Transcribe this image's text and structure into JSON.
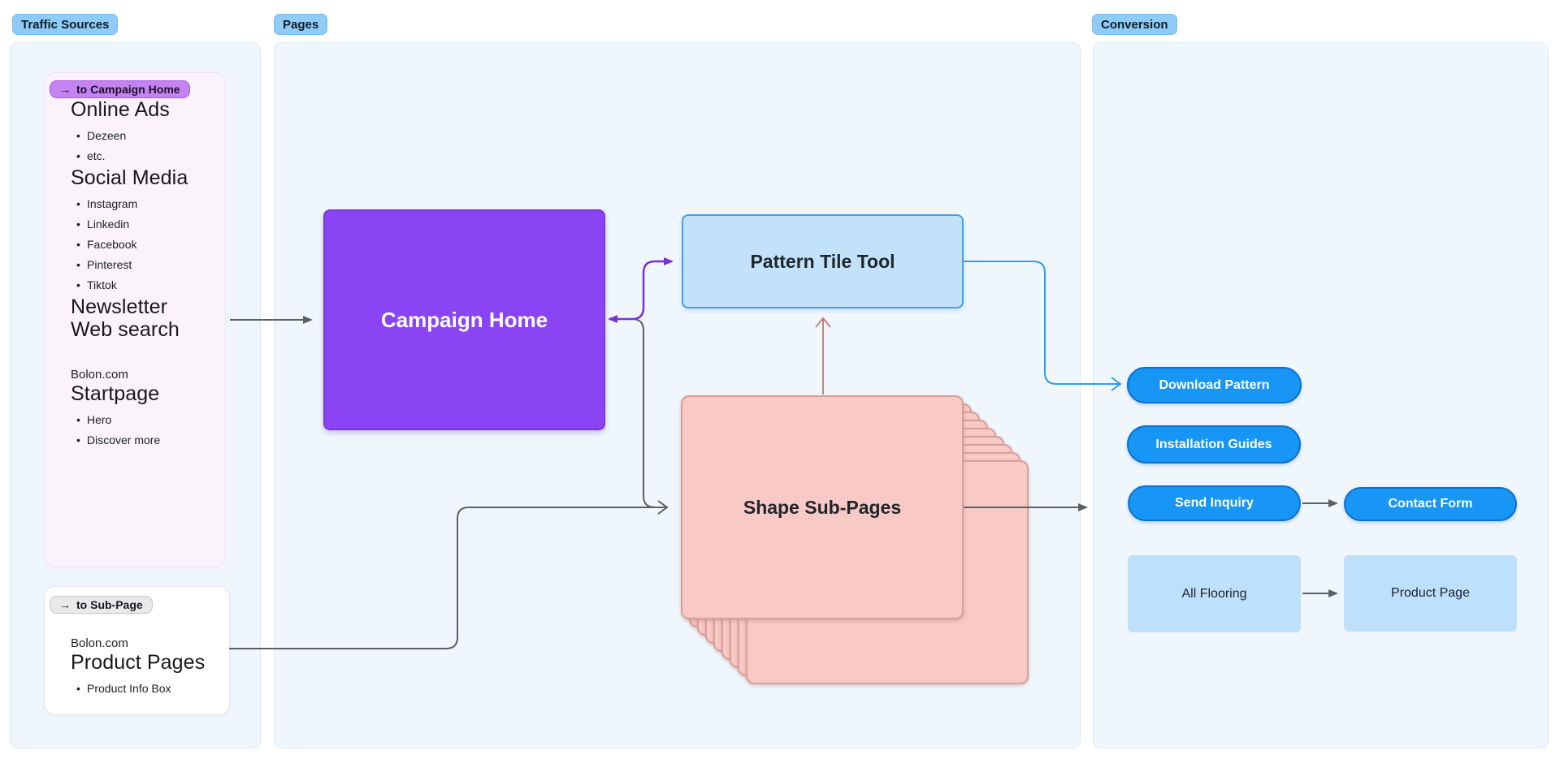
{
  "badges": {
    "traffic_sources": "Traffic Sources",
    "pages": "Pages",
    "conversion": "Conversion"
  },
  "traffic": {
    "card1": {
      "tag_arrow": "→",
      "tag": "to Campaign Home",
      "s0": {
        "heading": "Online Ads",
        "items": [
          "Dezeen",
          "etc."
        ]
      },
      "s1": {
        "heading": "Social Media",
        "items": [
          "Instagram",
          "Linkedin",
          "Facebook",
          "Pinterest",
          "Tiktok"
        ]
      },
      "s2": {
        "heading": "Newsletter"
      },
      "s3": {
        "heading": "Web search"
      },
      "s4": {
        "kicker": "Bolon.com",
        "heading": "Startpage",
        "items": [
          "Hero",
          "Discover more"
        ]
      }
    },
    "card2": {
      "tag_arrow": "→",
      "tag": "to Sub-Page",
      "kicker": "Bolon.com",
      "heading": "Product Pages",
      "items": [
        "Product Info Box"
      ]
    }
  },
  "pages": {
    "campaign_home": "Campaign Home",
    "pattern_tile_tool": "Pattern Tile Tool",
    "shape_sub_pages": "Shape Sub-Pages",
    "stack_layers": 8
  },
  "conversion": {
    "download_pattern": "Download Pattern",
    "installation_guides": "Installation Guides",
    "send_inquiry": "Send Inquiry",
    "contact_form": "Contact Form",
    "all_flooring": "All Flooring",
    "product_page": "Product Page"
  },
  "colors": {
    "section_badge_bg": "#8ECBF6",
    "panel_bg": "#F0F7FC",
    "campaign_purple": "#8B44F3",
    "pattern_blue_bg": "#C2E2F9",
    "pattern_blue_border": "#3FA1F0",
    "subpage_pink": "#F9C9C5",
    "cta_blue": "#1796F5",
    "light_blue_box": "#BFE0FB",
    "tag_purple": "#C383F2",
    "connector_gray": "#5C6066",
    "connector_purple": "#7A31D8",
    "connector_blue": "#2E9CF4",
    "connector_salmon": "#C5847F"
  }
}
